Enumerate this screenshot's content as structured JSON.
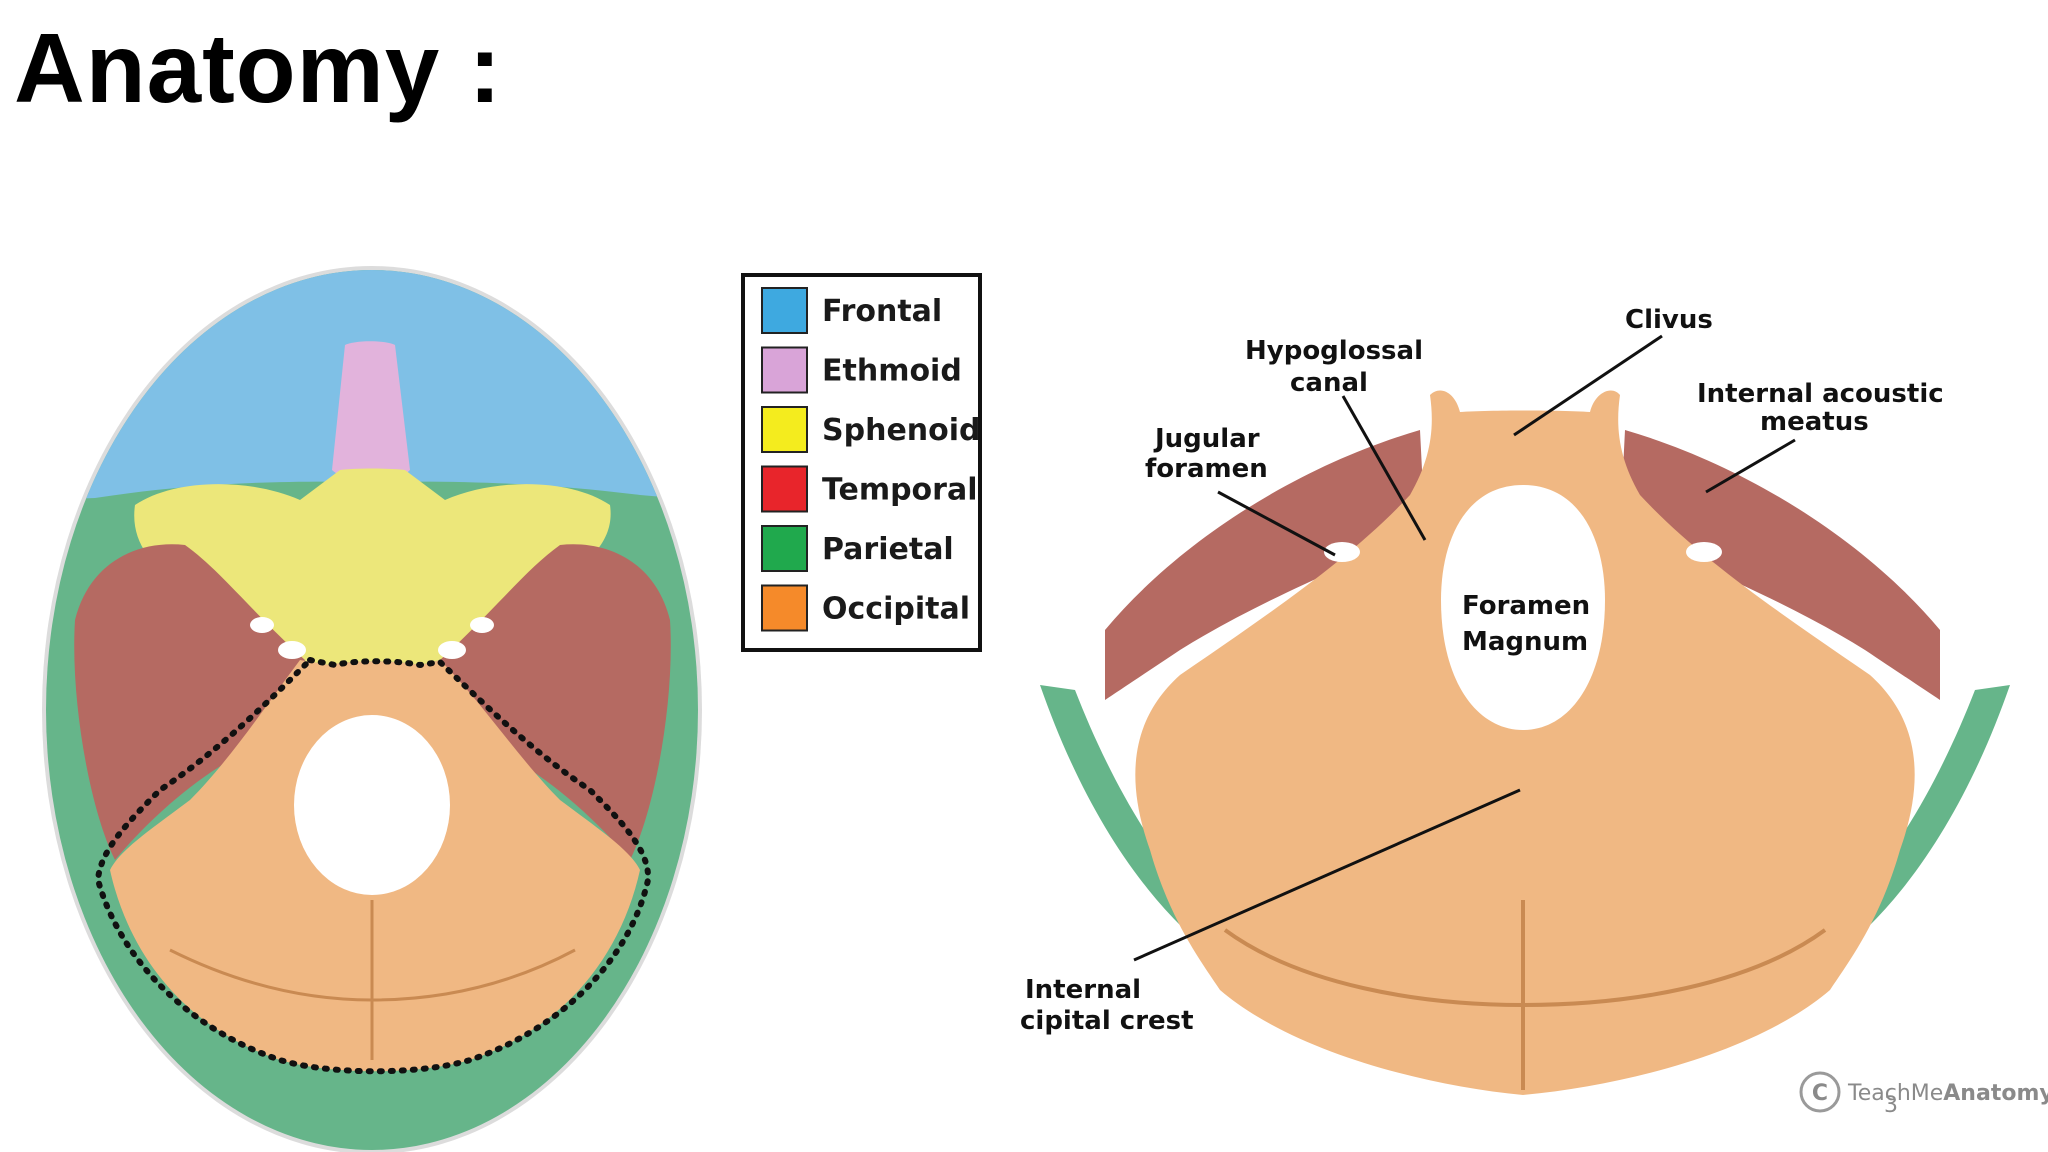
{
  "slide": {
    "title": "Anatomy :"
  },
  "legend": {
    "items": [
      {
        "label": "Frontal",
        "color": "#3ea9e0"
      },
      {
        "label": "Ethmoid",
        "color": "#d9a4d8"
      },
      {
        "label": "Sphenoid",
        "color": "#f4ec1e"
      },
      {
        "label": "Temporal",
        "color": "#e8252b"
      },
      {
        "label": "Parietal",
        "color": "#20a94d"
      },
      {
        "label": "Occipital",
        "color": "#f58a2a"
      }
    ]
  },
  "bone_colors": {
    "frontal": "#7fc0e6",
    "ethmoid": "#e2b3dc",
    "sphenoid": "#ece77a",
    "temporal": "#b56a62",
    "parietal": "#66b58a",
    "occipital": "#f0b883",
    "occipital_dark": "#d89a5e"
  },
  "annotations": {
    "clivus": "Clivus",
    "hypoglossal_1": "Hypoglossal",
    "hypoglossal_2": "canal",
    "jugular_1": "Jugular",
    "jugular_2": "foramen",
    "iam_1": "Internal acoustic",
    "iam_2": "meatus",
    "fm_1": "Foramen",
    "fm_2": "Magnum",
    "ioc_1": "Internal",
    "ioc_2": "cipital crest"
  },
  "watermark": {
    "symbol": "C",
    "text_light": "TeachMe",
    "text_bold": "Anatomy",
    "page_number": "3"
  }
}
